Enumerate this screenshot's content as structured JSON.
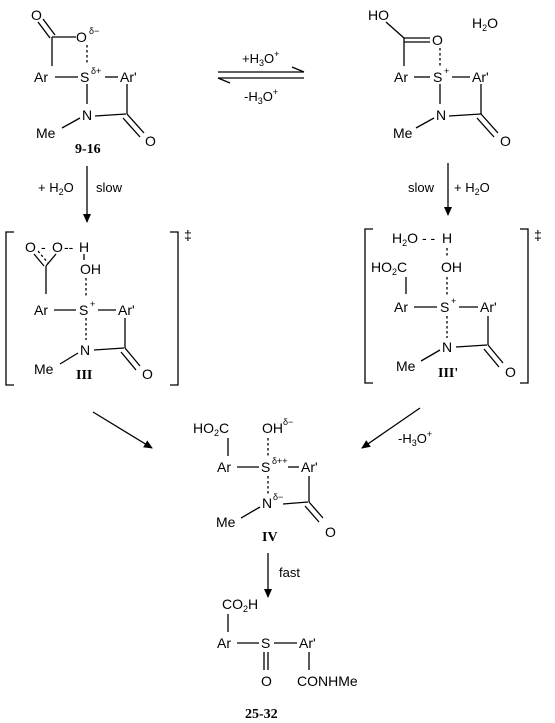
{
  "labels": {
    "c1": "9-16",
    "c3": "III",
    "c3p": "III'",
    "c4": "IV",
    "c5": "25-32"
  },
  "conditions": {
    "eq_forward": "+H",
    "eq_forward_sub": "3",
    "eq_forward_tail": "O",
    "eq_forward_sup": "+",
    "eq_back": "-H",
    "eq_back_sub": "3",
    "eq_back_tail": "O",
    "eq_back_sup": "+",
    "left_water": "+ H",
    "left_water_sub": "2",
    "left_water_tail": "O",
    "left_slow": "slow",
    "right_slow": "slow",
    "right_water": "+ H",
    "right_water_sub": "2",
    "right_water_tail": "O",
    "minus_h3o": "-H",
    "minus_h3o_sub": "3",
    "minus_h3o_tail": "O",
    "minus_h3o_sup": "+",
    "fast": "fast"
  },
  "ts_mark": "‡",
  "atoms": {
    "O": "O",
    "Ar": "Ar",
    "Arp": "Ar'",
    "S": "S",
    "N": "N",
    "Me": "Me",
    "HO": "HO",
    "OH": "OH",
    "H": "H",
    "H2O_a": "H",
    "H2O_b": "2",
    "H2O_c": "O",
    "HO2C_a": "HO",
    "HO2C_b": "2",
    "HO2C_c": "C",
    "CO2H_a": "CO",
    "CO2H_b": "2",
    "CO2H_c": "H",
    "CONHMe": "CONHMe",
    "delta_minus": "δ−",
    "delta_plus": "δ+",
    "delta_pp": "δ++",
    "plus": "+",
    "minus": "-",
    "dots_h": "--",
    "dots_hh": "- -"
  }
}
